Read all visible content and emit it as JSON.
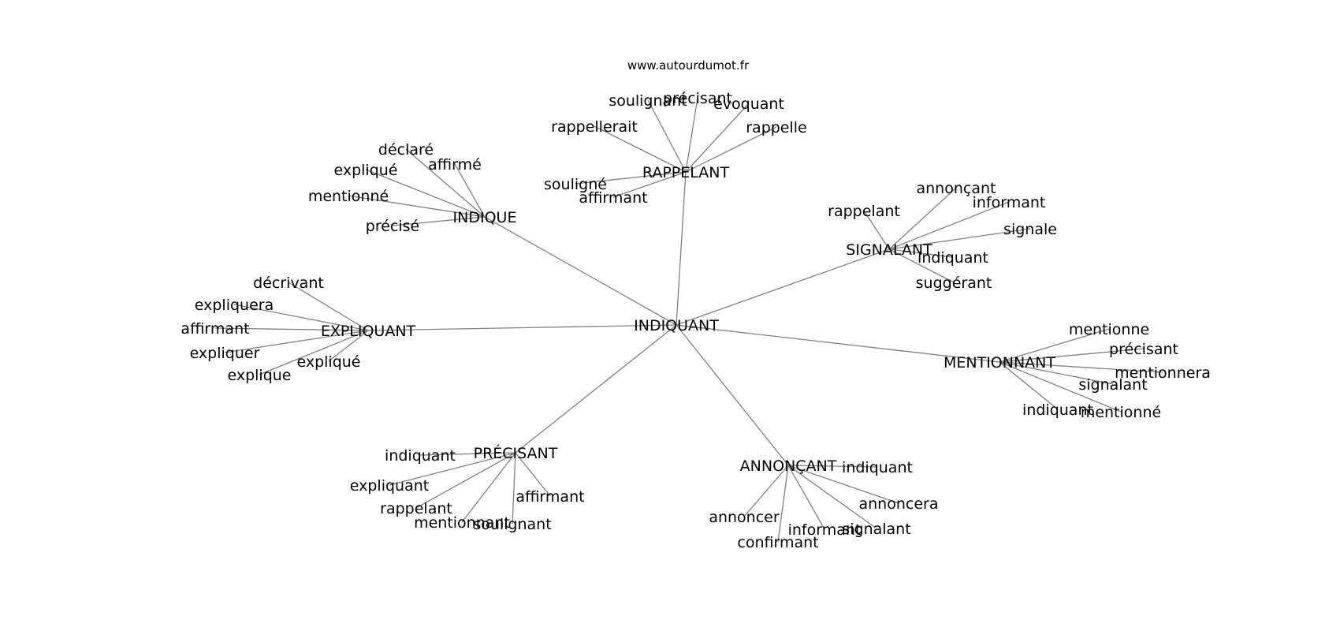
{
  "site": "www.autourdumot.fr",
  "root": "INDIQUANT",
  "hubs": [
    {
      "id": "rappelant",
      "label": "RAPPELANT",
      "leaves": [
        "soulignant",
        "précisant",
        "évoquant",
        "rappellerait",
        "rappelle",
        "souligné",
        "affirmant"
      ]
    },
    {
      "id": "indique",
      "label": "INDIQUE",
      "leaves": [
        "déclaré",
        "affirmé",
        "expliqué",
        "mentionné",
        "précisé"
      ]
    },
    {
      "id": "signalant",
      "label": "SIGNALANT",
      "leaves": [
        "annonçant",
        "rappelant",
        "informant",
        "signale",
        "indiquant",
        "suggérant"
      ]
    },
    {
      "id": "expliquant",
      "label": "EXPLIQUANT",
      "leaves": [
        "décrivant",
        "expliquera",
        "affirmant",
        "expliquer",
        "expliqué",
        "explique"
      ]
    },
    {
      "id": "mentionnant",
      "label": "MENTIONNANT",
      "leaves": [
        "mentionne",
        "précisant",
        "mentionnera",
        "signalant",
        "indiquant",
        "mentionné"
      ]
    },
    {
      "id": "precisant",
      "label": "PRÉCISANT",
      "leaves": [
        "indiquant",
        "expliquant",
        "affirmant",
        "rappelant",
        "mentionnant",
        "soulignant"
      ]
    },
    {
      "id": "annoncant",
      "label": "ANNONÇANT",
      "leaves": [
        "indiquant",
        "annoncera",
        "annoncer",
        "informant",
        "signalant",
        "confirmant"
      ]
    }
  ]
}
